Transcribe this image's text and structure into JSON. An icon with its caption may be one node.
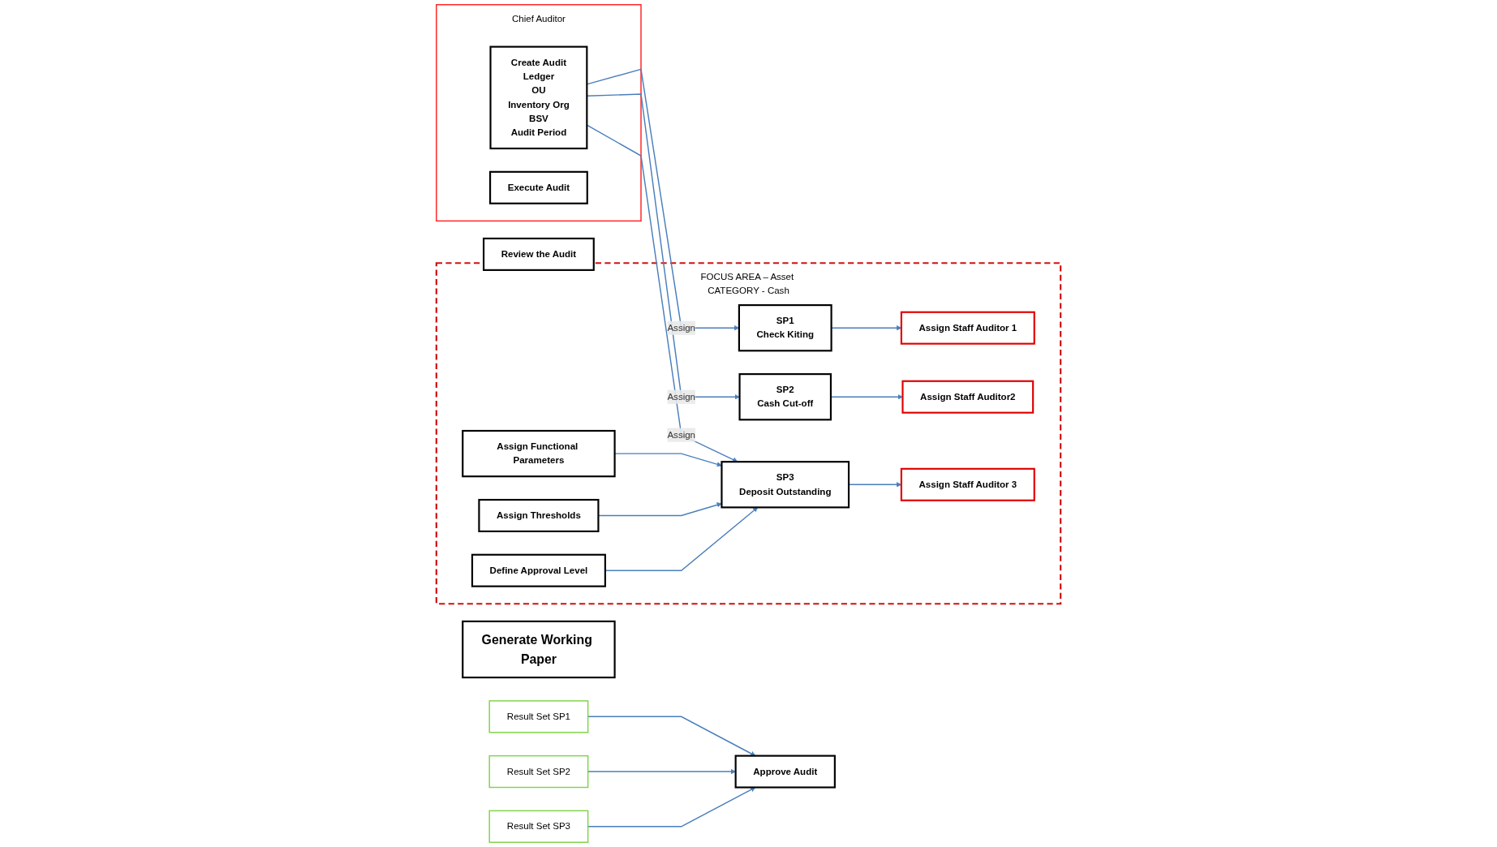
{
  "diagram": {
    "nodes": [
      {
        "text": [
          "Chief Auditor"
        ]
      },
      {
        "text": [
          "Create Audit",
          "Ledger",
          "OU",
          "Inventory Org",
          "BSV",
          "Audit Period"
        ],
        "in": 0
      },
      {
        "text": [
          "Execute Audit"
        ],
        "in": 0
      },
      {
        "text": [
          "FOCUS AREA – Asset CATEGORY - Cash"
        ]
      },
      {
        "text": [
          "SP1",
          "Check Kiting"
        ],
        "in": 3
      },
      {
        "text": [
          "SP2",
          "Cash Cut-off"
        ],
        "in": 3
      },
      {
        "text": [
          "SP3",
          "Deposit Outstanding"
        ],
        "in": 3
      },
      {
        "text": [
          "Assign Staff Auditor 1"
        ],
        "in": 3
      },
      {
        "text": [
          "Assign Staff Auditor2"
        ],
        "in": 3
      },
      {
        "text": [
          "Assign Staff Auditor 3"
        ],
        "in": 3
      },
      {
        "text": [
          "Assign Functional Parameters"
        ],
        "in": 3
      },
      {
        "text": [
          "Assign Thresholds"
        ],
        "in": 3
      },
      {
        "text": [
          "Define Approval Level"
        ],
        "in": 3
      },
      {
        "text": [
          "Review the Audit"
        ]
      },
      {
        "text": [
          "Result Set SP1"
        ]
      },
      {
        "text": [
          "Result Set SP2"
        ]
      },
      {
        "text": [
          "Result Set SP3"
        ]
      },
      {
        "text": [
          "Approve Audit"
        ]
      },
      {
        "text": [
          "Generate Working Paper"
        ]
      }
    ],
    "edges": [
      {
        "from": 1,
        "to": 4,
        "arrow": "to",
        "label": "Assign"
      },
      {
        "from": 1,
        "to": 5,
        "arrow": "to",
        "label": "Assign"
      },
      {
        "from": 1,
        "to": 6,
        "arrow": "to",
        "label": "Assign"
      },
      {
        "from": 4,
        "to": 7,
        "arrow": "to"
      },
      {
        "from": 5,
        "to": 8,
        "arrow": "to"
      },
      {
        "from": 6,
        "to": 9,
        "arrow": "to"
      },
      {
        "from": 10,
        "to": 6,
        "arrow": "to"
      },
      {
        "from": 11,
        "to": 6,
        "arrow": "to"
      },
      {
        "from": 12,
        "to": 6,
        "arrow": "to"
      },
      {
        "from": 14,
        "to": 17,
        "arrow": "to"
      },
      {
        "from": 15,
        "to": 17,
        "arrow": "to"
      },
      {
        "from": 16,
        "to": 17,
        "arrow": "to"
      }
    ]
  }
}
